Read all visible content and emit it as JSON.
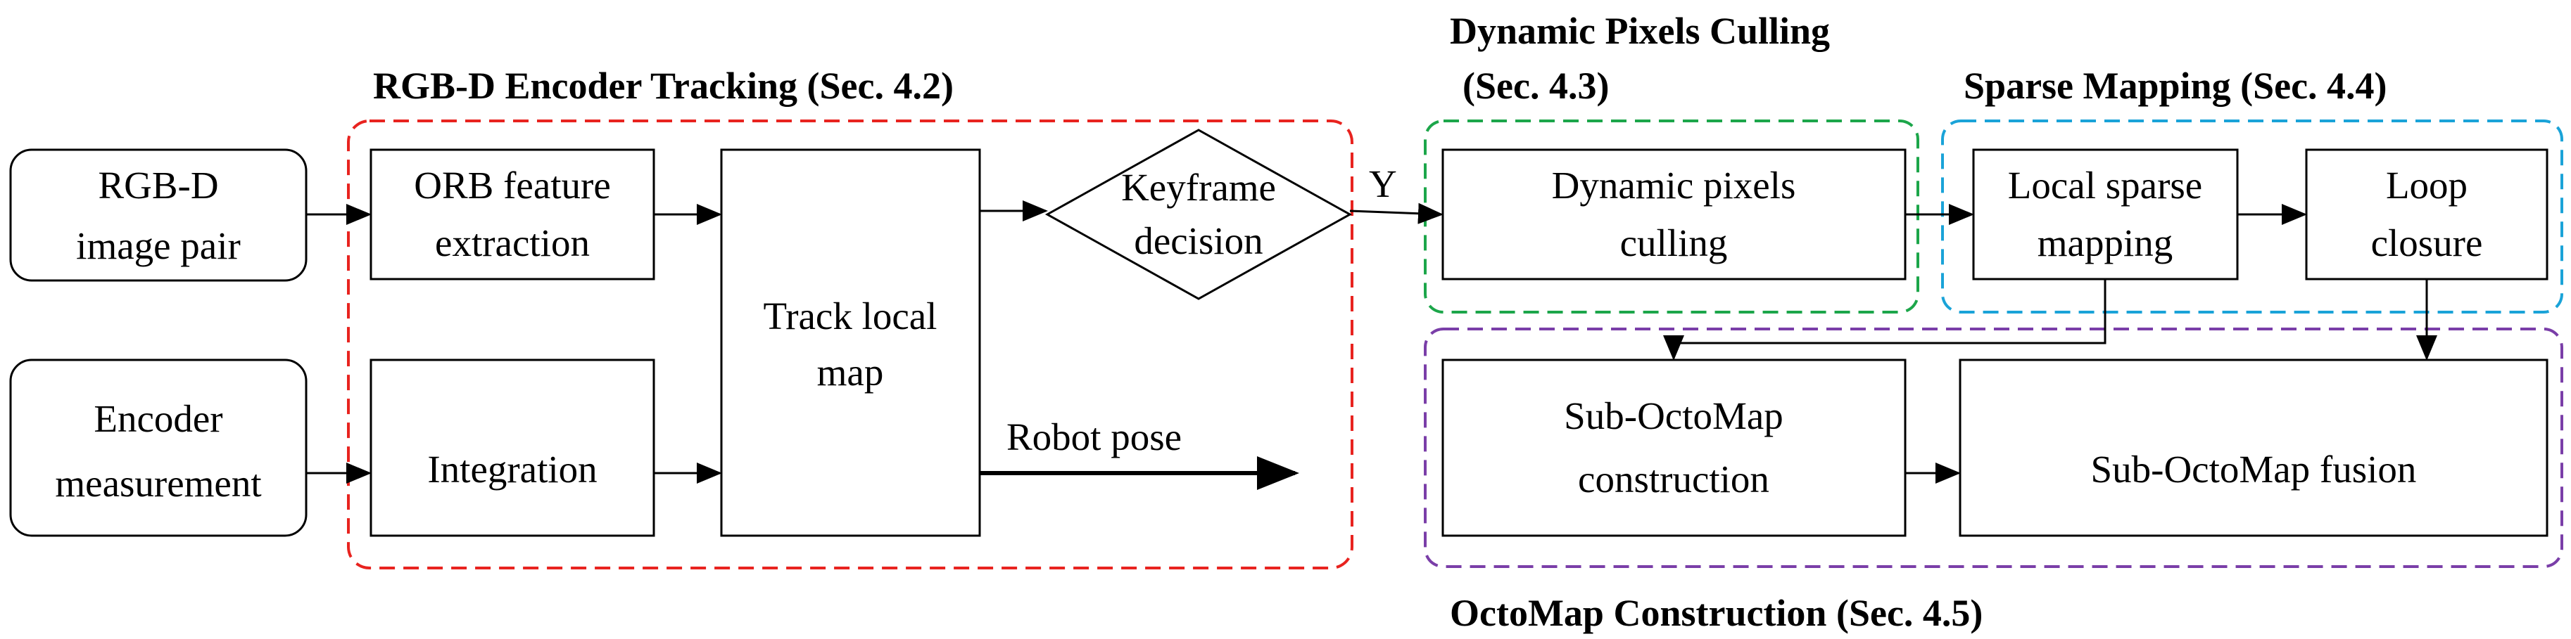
{
  "groups": {
    "rgbd_tracking": {
      "title": "RGB-D Encoder Tracking (Sec. 4.2)",
      "color": "#e8231f"
    },
    "dynamic_culling": {
      "title_line1": "Dynamic Pixels Culling",
      "title_line2": "(Sec. 4.3)",
      "color": "#1ca64a"
    },
    "sparse_mapping": {
      "title": "Sparse Mapping (Sec. 4.4)",
      "color": "#1aa3d8"
    },
    "octomap": {
      "title": "OctoMap Construction (Sec. 4.5)",
      "color": "#7a3ea8"
    }
  },
  "nodes": {
    "rgbd_input": {
      "line1": "RGB-D",
      "line2": "image pair"
    },
    "encoder_input": {
      "line1": "Encoder",
      "line2": "measurement"
    },
    "orb": {
      "line1": "ORB feature",
      "line2": "extraction"
    },
    "integration": {
      "line1": "Integration"
    },
    "track_map": {
      "line1": "Track local",
      "line2": "map"
    },
    "keyframe": {
      "line1": "Keyframe",
      "line2": "decision"
    },
    "dynamic_pixels": {
      "line1": "Dynamic pixels",
      "line2": "culling"
    },
    "local_sparse": {
      "line1": "Local sparse",
      "line2": "mapping"
    },
    "loop_closure": {
      "line1": "Loop",
      "line2": "closure"
    },
    "sub_construction": {
      "line1": "Sub-OctoMap",
      "line2": "construction"
    },
    "sub_fusion": {
      "line1": "Sub-OctoMap  fusion"
    }
  },
  "edges": {
    "keyframe_yes": "Y",
    "robot_pose": "Robot pose"
  }
}
